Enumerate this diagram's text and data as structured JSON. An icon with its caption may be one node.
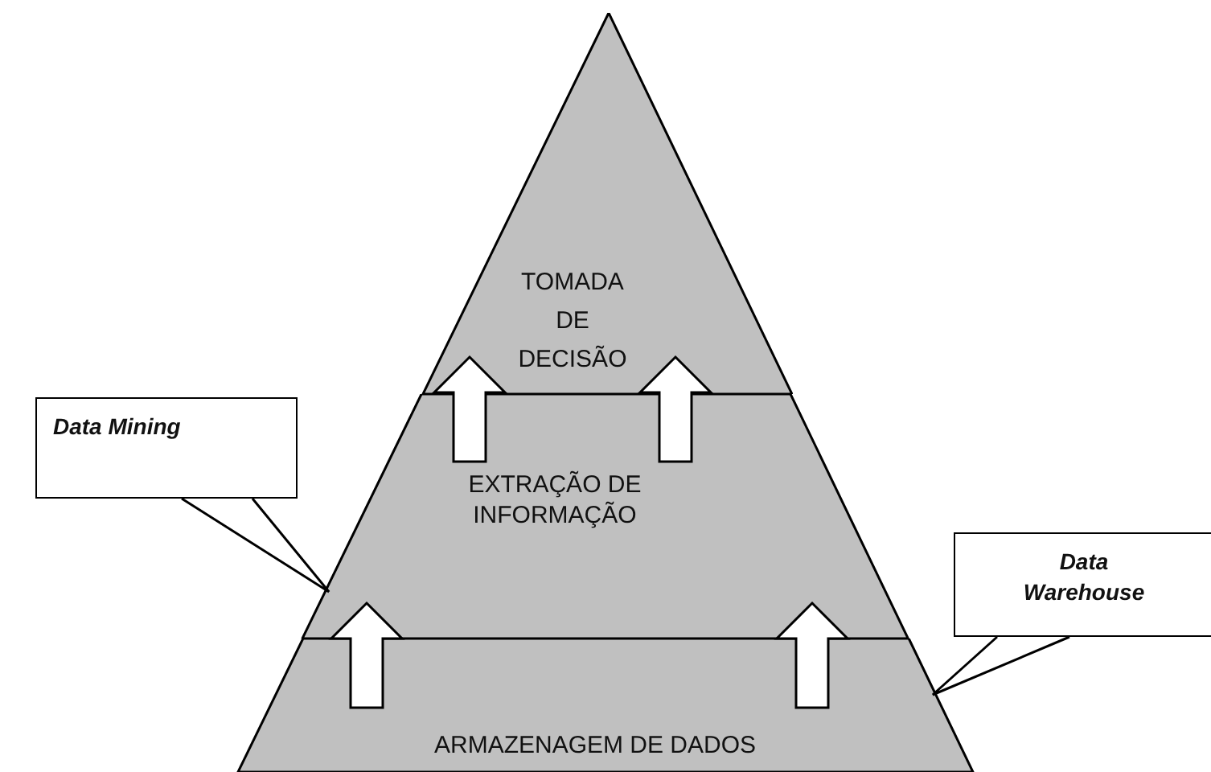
{
  "diagram": {
    "nodes": [
      {
        "text": [
          "TOMADA DE DECISÃO"
        ]
      },
      {
        "text": [
          "EXTRAÇÃO DE INFORMAÇÃO"
        ]
      },
      {
        "text": [
          "ARMAZENAGEM DE DADOS"
        ]
      },
      {
        "text": [
          "Data Mining"
        ]
      },
      {
        "text": [
          "Data Warehouse"
        ]
      }
    ],
    "edges": [
      {
        "from": 1,
        "to": 0,
        "arrow": "to"
      },
      {
        "from": 1,
        "to": 0,
        "arrow": "to"
      },
      {
        "from": 2,
        "to": 1,
        "arrow": "to"
      },
      {
        "from": 2,
        "to": 1,
        "arrow": "to"
      },
      {
        "from": 3,
        "to": 1,
        "arrow": "none"
      },
      {
        "from": 4,
        "to": 2,
        "arrow": "none"
      }
    ]
  }
}
